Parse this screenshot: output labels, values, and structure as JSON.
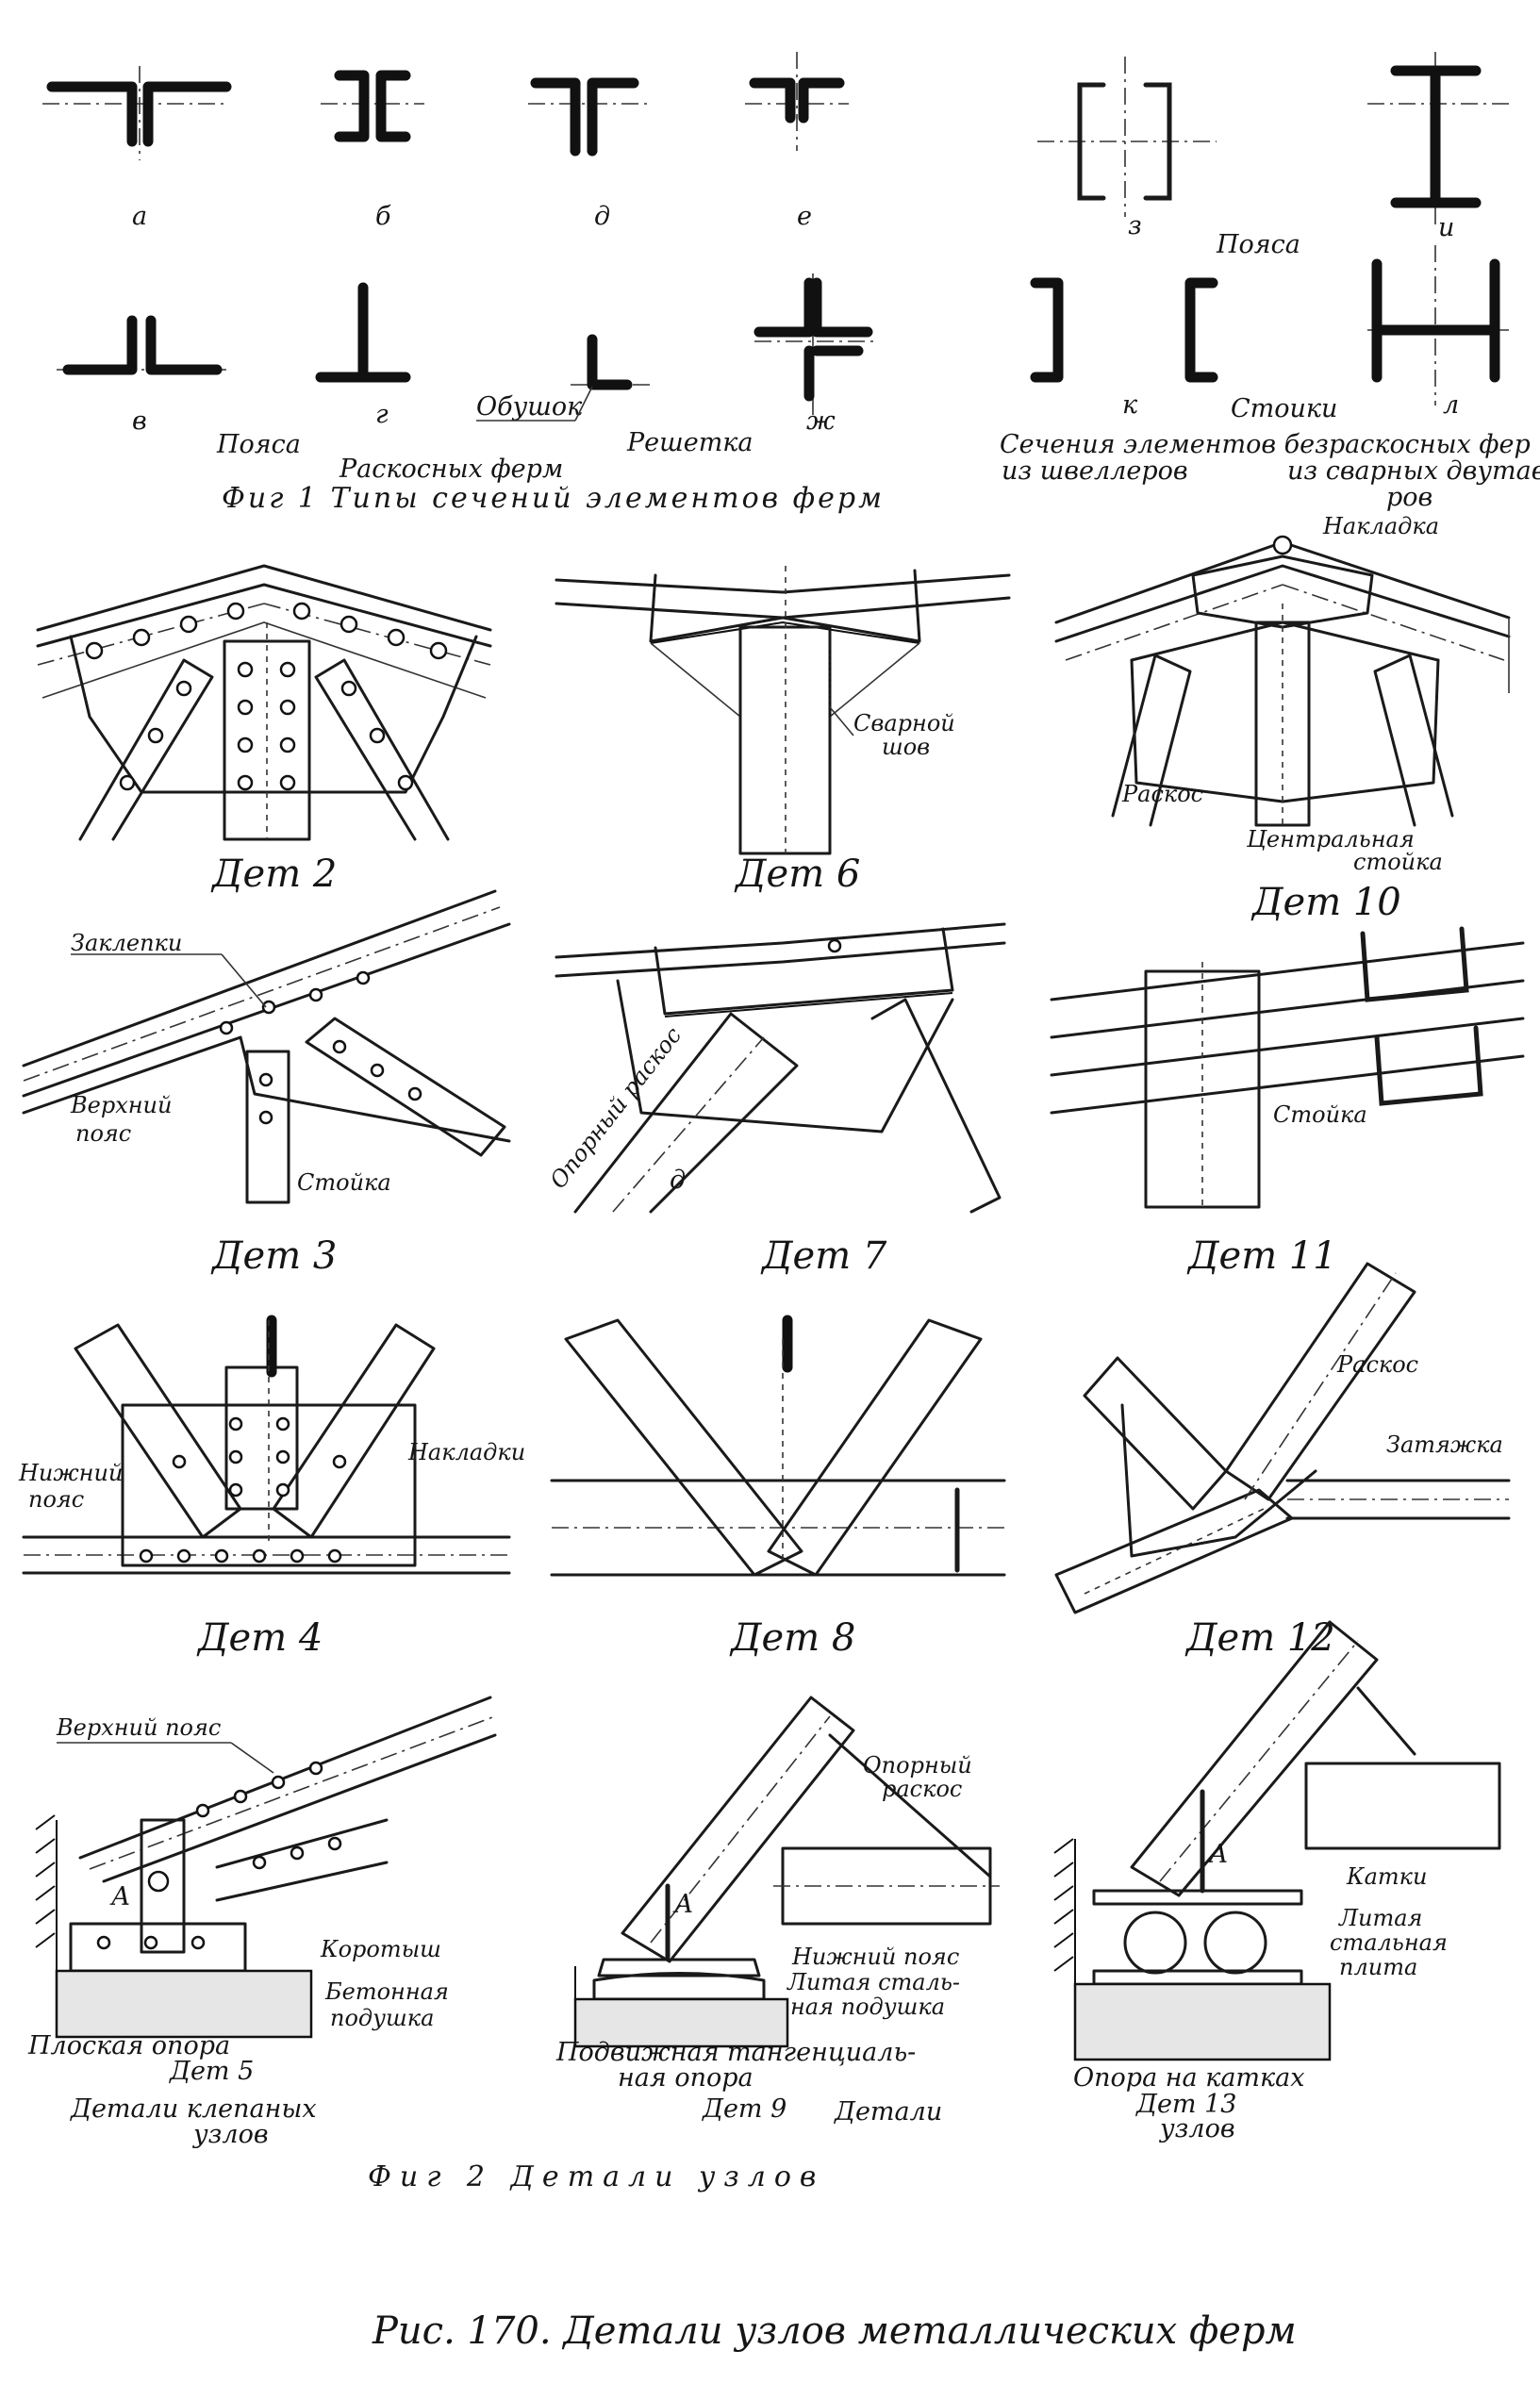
{
  "fig1": {
    "section_letters": [
      "а",
      "б",
      "д",
      "е",
      "з",
      "и",
      "в",
      "г",
      "ж",
      "к",
      "л"
    ],
    "label_poyasa_right": "Пояса",
    "label_poyasa_left": "Пояса",
    "label_obushok": "Обушок",
    "label_reshetka": "Решетка",
    "label_stoyki": "Стоики",
    "label_raskosnyh": "Раскосных ферм",
    "label_secheniya": "Сечения элементов безраскосных фер",
    "label_iz_shvellerov": "из швеллеров",
    "label_iz_svarnyh": "из сварных двутав",
    "label_rov": "ров",
    "caption": "Фиг 1 Типы сечений элементов ферм"
  },
  "fig2": {
    "det2": "Дет 2",
    "det3": "Дет 3",
    "det4": "Дет 4",
    "det5": "Дет 5",
    "det6": "Дет 6",
    "det7": "Дет 7",
    "det8": "Дет 8",
    "det9": "Дет 9",
    "det10": "Дет 10",
    "det11": "Дет 11",
    "det12": "Дет 12",
    "det13": "Дет 13",
    "svarnoy": "Сварной",
    "shov": "шов",
    "nakladka": "Накладка",
    "raskos": "Раскос",
    "centralnaya": "Центральная",
    "stoyka": "стойка",
    "zaklepki": "Заклепки",
    "verhniy": "Верхний",
    "poyas": "пояс",
    "stoyka_cap": "Стойка",
    "opornyy_raskos_rot": "Опорный раскос",
    "letter_d": "д",
    "nizhniy": "Нижний",
    "nakladki": "Накладки",
    "raskos12": "Раскос",
    "zatyazhka": "Затяжка",
    "verhniy_poyas": "Верхний пояс",
    "letter_a": "А",
    "korotysh": "Коротыш",
    "betonnaya": "Бетонная",
    "podushka": "подушка",
    "ploskaya_opora": "Плоская опора",
    "detali_klepanyh": "Детали клепаных",
    "uzlov_left": "узлов",
    "opornyy": "Опорный",
    "raskos9": "раскос",
    "nizhniy_poyas": "Нижний пояс",
    "litaya_stal": "Литая сталь-",
    "naya_podushka": "ная подушка",
    "podvizhnaya": "Подвижная тангенциаль-",
    "naya_opora": "ная опора",
    "detali": "Детали",
    "katki": "Катки",
    "litaya": "Литая",
    "stalnaya": "стальная",
    "plita": "плита",
    "opora_na_katkah": "Опора на катках",
    "uzlov_right": "узлов",
    "caption": "Фиг 2 Детали узлов"
  },
  "page_caption": "Рис. 170. Детали узлов металлических ферм"
}
